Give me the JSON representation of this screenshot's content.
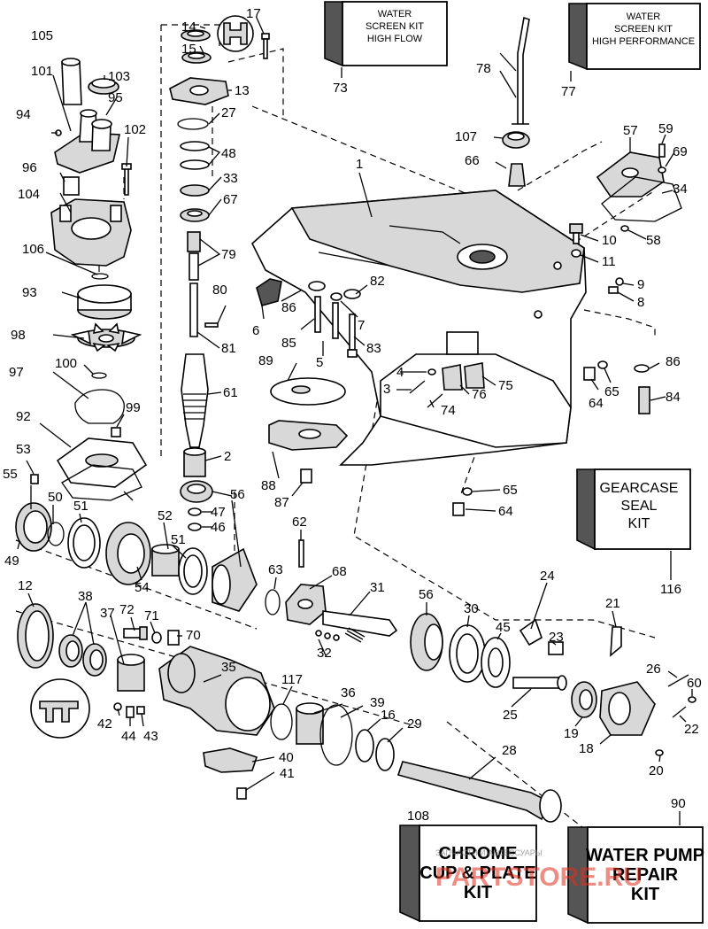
{
  "kits": {
    "water_screen_high_flow": {
      "line1": "WATER",
      "line2": "SCREEN KIT",
      "line3": "HIGH FLOW",
      "number": "73"
    },
    "water_screen_high_performance": {
      "line1": "WATER",
      "line2": "SCREEN KIT",
      "line3": "HIGH PERFORMANCE",
      "number": "77"
    },
    "gearcase_seal": {
      "line1": "GEARCASE",
      "line2": "SEAL",
      "line3": "KIT",
      "number": "116"
    },
    "chrome_cup_plate": {
      "line1": "CHROME",
      "line2": "CUP & PLATE",
      "line3": "KIT",
      "number": "108"
    },
    "water_pump_repair": {
      "line1": "WATER PUMP",
      "line2": "REPAIR",
      "line3": "KIT",
      "number": "90"
    }
  },
  "parts": [
    "105",
    "101",
    "103",
    "95",
    "94",
    "102",
    "96",
    "104",
    "106",
    "93",
    "98",
    "97",
    "100",
    "99",
    "92",
    "53",
    "55",
    "50",
    "51",
    "49",
    "12",
    "38",
    "37",
    "72",
    "71",
    "70",
    "42",
    "44",
    "43",
    "14",
    "17",
    "15",
    "13",
    "27",
    "48",
    "33",
    "67",
    "79",
    "80",
    "81",
    "61",
    "2",
    "56",
    "47",
    "46",
    "52",
    "51",
    "54",
    "78",
    "107",
    "66",
    "1",
    "57",
    "59",
    "69",
    "34",
    "10",
    "58",
    "11",
    "9",
    "8",
    "86",
    "82",
    "7",
    "6",
    "85",
    "83",
    "5",
    "89",
    "4",
    "3",
    "74",
    "76",
    "75",
    "64",
    "65",
    "86",
    "84",
    "88",
    "87",
    "65",
    "64",
    "62",
    "63",
    "68",
    "31",
    "32",
    "56",
    "30",
    "45",
    "24",
    "23",
    "21",
    "26",
    "60",
    "22",
    "25",
    "19",
    "18",
    "20",
    "35",
    "117",
    "36",
    "39",
    "16",
    "29",
    "40",
    "41",
    "28",
    "34"
  ],
  "watermark": {
    "main": "PARTSTORE.RU",
    "sub": "ЗАПЧАСТИ И АКСЕССУАРЫ"
  }
}
